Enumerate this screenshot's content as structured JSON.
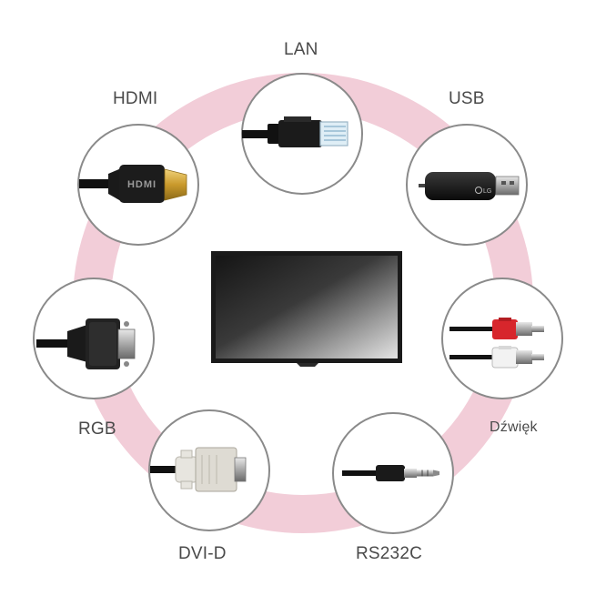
{
  "connectors": [
    {
      "id": "lan",
      "label": "LAN",
      "icon": "rj45-plug-icon"
    },
    {
      "id": "usb",
      "label": "USB",
      "icon": "usb-dongle-icon"
    },
    {
      "id": "audio",
      "label": "Dźwięk",
      "icon": "rca-audio-plug-icon"
    },
    {
      "id": "rs232c",
      "label": "RS232C",
      "icon": "audio-jack-plug-icon"
    },
    {
      "id": "dvid",
      "label": "DVI-D",
      "icon": "dvi-plug-icon"
    },
    {
      "id": "rgb",
      "label": "RGB",
      "icon": "vga-plug-icon"
    },
    {
      "id": "hdmi",
      "label": "HDMI",
      "icon": "hdmi-plug-icon"
    }
  ],
  "hdmi_plug_text": "HDMI",
  "usb_logo_text": "LG",
  "center_device": "display-monitor-icon",
  "colors": {
    "ring": "#f2cdd8",
    "circle_border": "#8a8a8a",
    "label": "#4a4a4a",
    "gold": "#d4a93a",
    "rca_red": "#d7262c"
  }
}
